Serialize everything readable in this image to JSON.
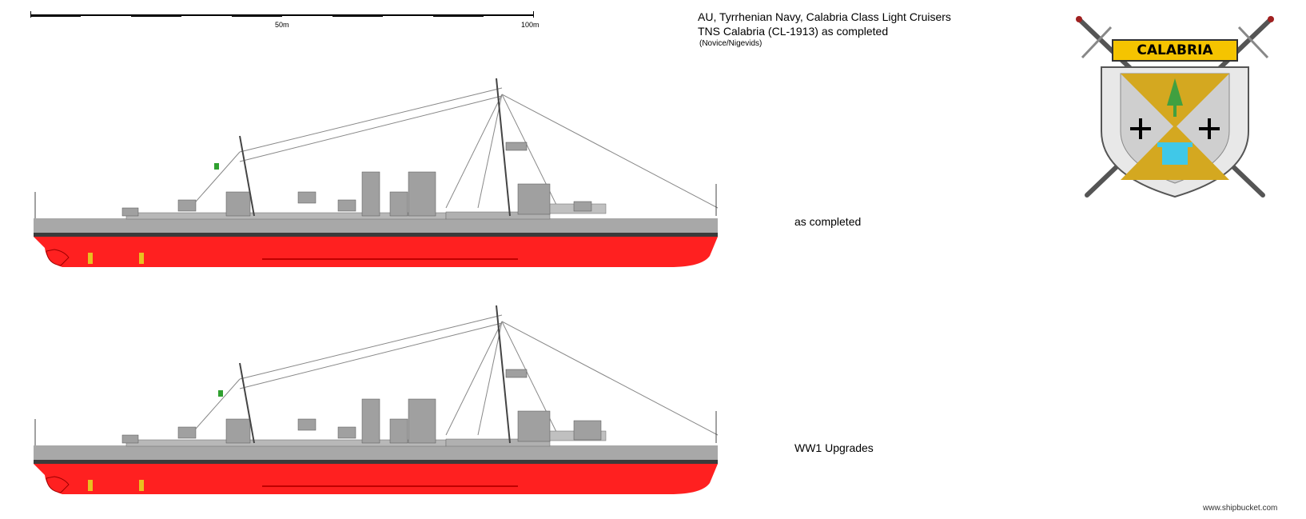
{
  "header": {
    "title_line1": "AU, Tyrrhenian Navy, Calabria Class Light Cruisers",
    "title_line2": "TNS Calabria (CL-1913) as completed",
    "title_line3": "(Novice/Nigevids)"
  },
  "scale": {
    "label_mid": "50m",
    "label_end": "100m"
  },
  "ships": [
    {
      "caption": "as completed"
    },
    {
      "caption": "WW1 Upgrades"
    }
  ],
  "emblem": {
    "banner_text": "CALABRIA",
    "icons": [
      "crossed-swords-icon",
      "tree-icon",
      "cross-icon",
      "column-icon"
    ]
  },
  "credit": "www.shipbucket.com",
  "colors": {
    "hull_grey": "#a8a8a8",
    "hull_red": "#ff2020",
    "boot_top": "#3a3a3a",
    "shield_gold": "#d4a820",
    "shield_grey": "#cfcfcf",
    "banner_yellow": "#f5c400",
    "tree_green": "#40a040",
    "column_cyan": "#40c8e8"
  }
}
